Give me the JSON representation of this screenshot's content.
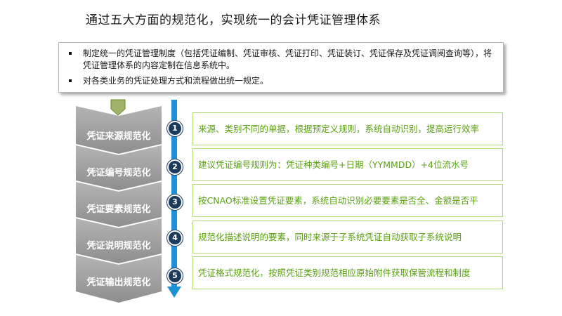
{
  "title": "通过五大方面的规范化，实现统一的会计凭证管理体系",
  "intro": {
    "bullets": [
      "制定统一的凭证管理制度（包括凭证编制、凭证审核、凭证打印、凭证装订、凭证保存及凭证调阅查询等），将凭证管理体系的内容定制在信息系统中。",
      "对各类业务的凭证处理方式和流程做出统一规定。"
    ]
  },
  "steps": [
    {
      "number": "1",
      "label": "凭证来源规范化",
      "description": "来源、类别不同的单据，根据预定义规则，系统自动识别，提高运行效率"
    },
    {
      "number": "2",
      "label": "凭证编号规范化",
      "description": "建议凭证编号规则为：凭证种类编号+日期（YYMMDD）+4位流水号"
    },
    {
      "number": "3",
      "label": "凭证要素规范化",
      "description": "按CNAO标准设置凭证要素，系统自动识别必要要素是否全、金额是否平"
    },
    {
      "number": "4",
      "label": "凭证说明规范化",
      "description": "规范化描述说明的要素，同时来源于子系统凭证自动获取子系统说明"
    },
    {
      "number": "5",
      "label": "凭证输出规范化",
      "description": "凭证格式规范化，按照凭证类别规范相应原始附件获取保管流程和制度"
    }
  ],
  "colors": {
    "chevron": "#9a9a9a",
    "chevron_top": "#8da05a",
    "arrow": "#1e90d6",
    "circle": "#1b3a5c",
    "desc_border": "#b3d77a",
    "desc_text": "#5aa012"
  }
}
